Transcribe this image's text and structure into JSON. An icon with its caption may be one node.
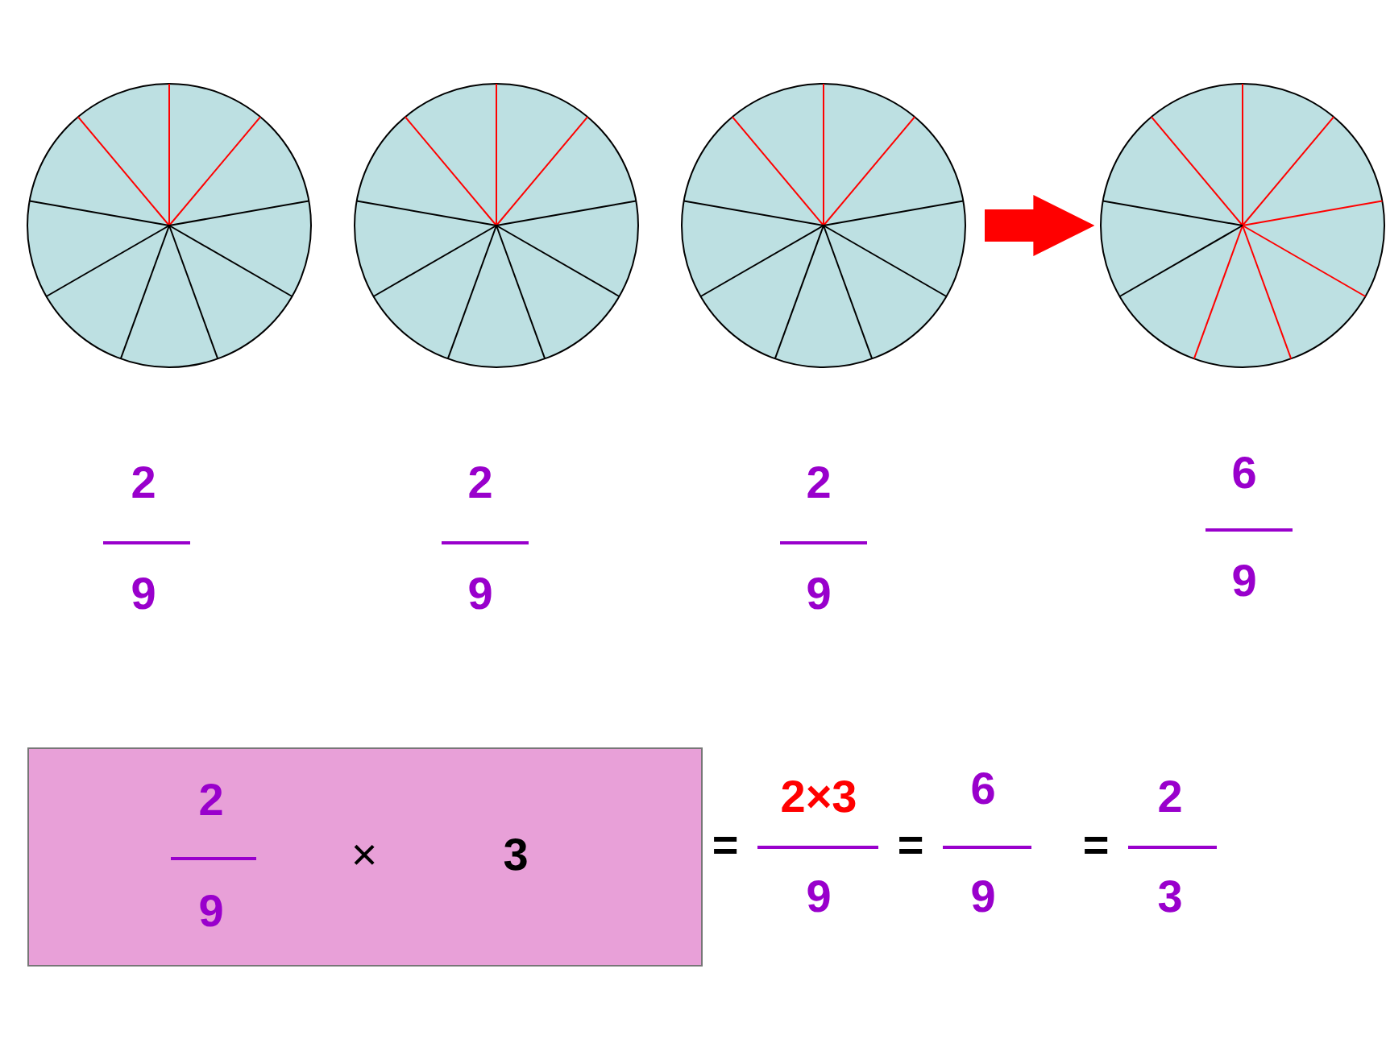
{
  "diagram": {
    "nodes": [
      {
        "text": [],
        "shape": "circle"
      },
      {
        "text": [],
        "shape": "circle"
      },
      {
        "text": [],
        "shape": "circle"
      },
      {
        "text": [],
        "shape": "circle"
      },
      {
        "text": [
          "2",
          "9",
          "×",
          "3"
        ]
      }
    ],
    "edges": [
      {
        "from": 2,
        "to": 3,
        "arrow": "to"
      }
    ],
    "labels": [
      "2",
      "9",
      "2",
      "9",
      "2",
      "9",
      "6",
      "9",
      "=",
      "2×3",
      "9",
      "=",
      "6",
      "9",
      "=",
      "2",
      "3"
    ]
  }
}
